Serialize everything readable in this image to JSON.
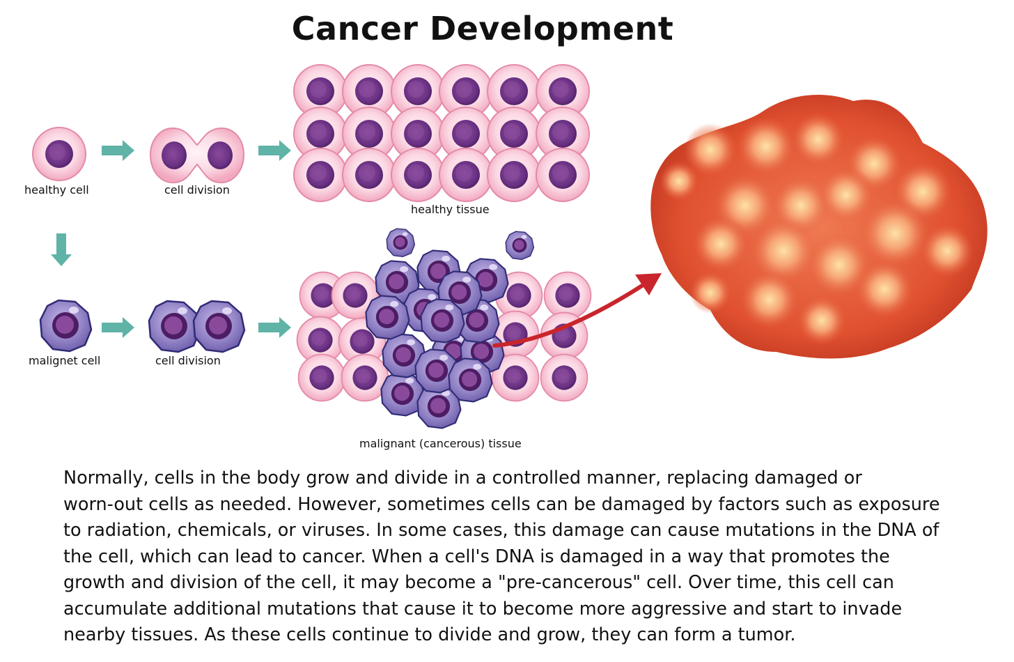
{
  "title": "Cancer Development",
  "labels": {
    "healthy_cell": "healthy cell",
    "cell_division_healthy": "cell division",
    "healthy_tissue": "healthy tissue",
    "malignant_cell": "malignet cell",
    "cell_division_malignant": "cell division",
    "malignant_tissue": "malignant (cancerous) tissue"
  },
  "description_lines": [
    "Normally, cells in the body grow and divide in a controlled manner, replacing damaged or",
    "worn-out cells as needed. However, sometimes cells can be damaged by factors such as exposure",
    "to radiation, chemicals, or viruses. In some cases, this damage can cause mutations in the DNA of",
    "the cell, which can lead to cancer. When a cell's DNA is damaged in a way that promotes the",
    "growth and division of the cell, it may become a \"pre-cancerous\" cell. Over time, this cell can",
    "accumulate additional mutations that cause it to become more aggressive and start to invade",
    "nearby tissues. As these cells continue to divide and grow, they can form a tumor."
  ],
  "colors": {
    "arrow_teal": "#5fb3a7",
    "arrow_red": "#c8262c",
    "healthy_cell_fill": "#f6bfd0",
    "healthy_cell_edge": "#e68aa7",
    "nucleus": "#5c2673",
    "malignant_fill": "#8b7bbf",
    "malignant_edge": "#34307a",
    "tumor": "#de4a2c"
  }
}
